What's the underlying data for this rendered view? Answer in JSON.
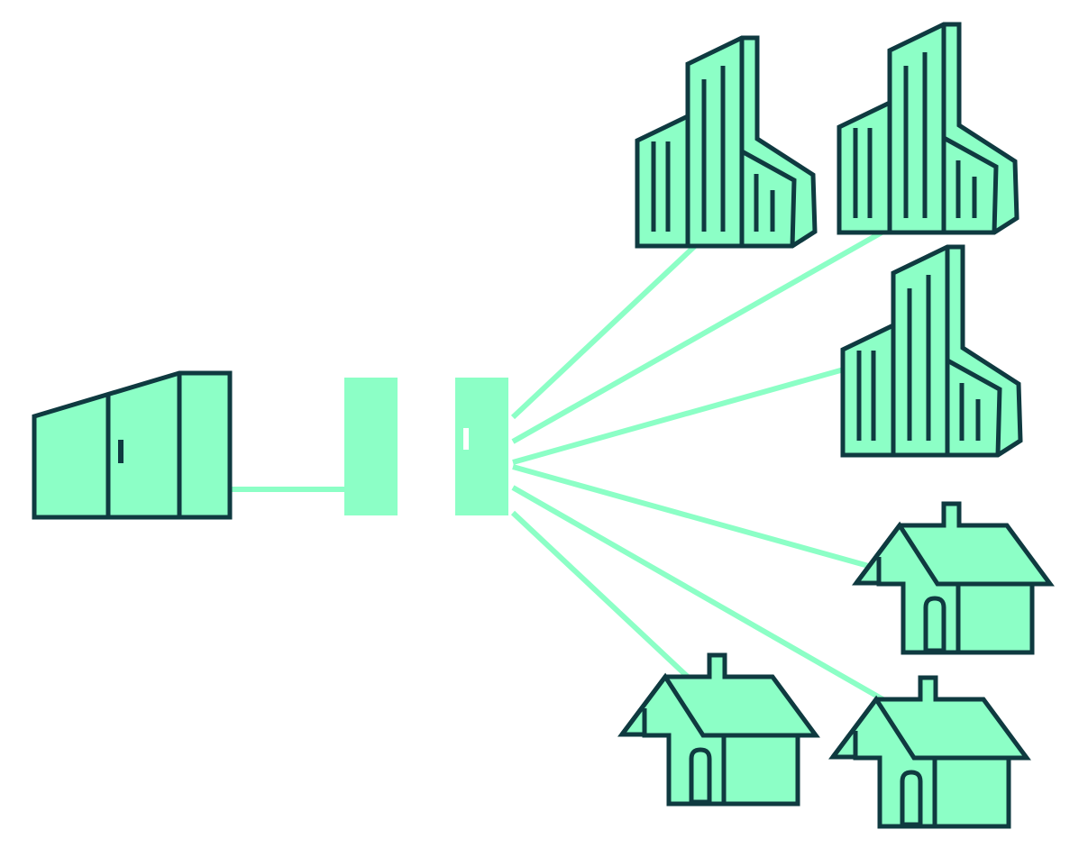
{
  "diagram": {
    "nodes": [
      {
        "id": "central-office",
        "kind": "datacenter-cabinet"
      },
      {
        "id": "splitter-left",
        "kind": "panel"
      },
      {
        "id": "splitter-right",
        "kind": "panel"
      },
      {
        "id": "office-building-1",
        "kind": "office-building"
      },
      {
        "id": "office-building-2",
        "kind": "office-building"
      },
      {
        "id": "office-building-3",
        "kind": "office-building"
      },
      {
        "id": "house-1",
        "kind": "house"
      },
      {
        "id": "house-2",
        "kind": "house"
      },
      {
        "id": "house-3",
        "kind": "house"
      }
    ],
    "links": [
      {
        "from": "central-office",
        "to": "splitter-left"
      },
      {
        "from": "splitter-right",
        "to": "office-building-1"
      },
      {
        "from": "splitter-right",
        "to": "office-building-2"
      },
      {
        "from": "splitter-right",
        "to": "office-building-3"
      },
      {
        "from": "splitter-right",
        "to": "house-1"
      },
      {
        "from": "splitter-right",
        "to": "house-2"
      },
      {
        "from": "splitter-right",
        "to": "house-3"
      }
    ]
  },
  "colors": {
    "fill": "#8cffc6",
    "stroke": "#0f3a40",
    "link": "#8cffc6",
    "background": "#ffffff"
  }
}
